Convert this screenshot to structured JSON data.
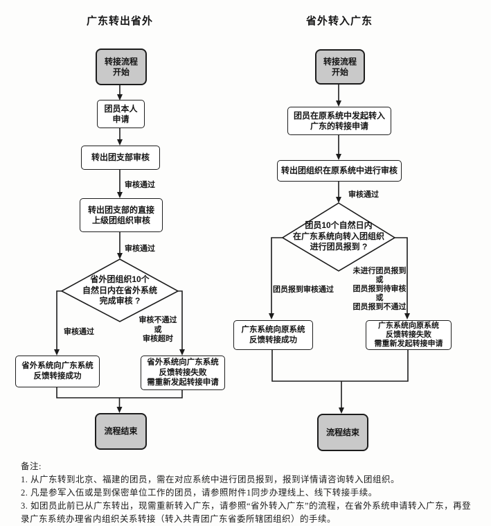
{
  "colors": {
    "line": "#1c1c1c",
    "box_border": "#1c1c1c",
    "box_fill": "#ffffff",
    "terminal_fill": "#c9c9c9",
    "text": "#141414",
    "background": "#fdfdfc"
  },
  "left_flow": {
    "title": "广东转出省外",
    "start": "转接流程\n开始",
    "step_member_apply": "团员本人\n申请",
    "step_branch_review": "转出团支部审核",
    "label_review_pass_1": "审核通过",
    "step_upper_review": "转出团支部的直接\n上级团组织审核",
    "label_review_pass_2": "审核通过",
    "decision": "省外团组织10个\n自然日内在省外系统\n完成审核 ?",
    "label_branch_pass": "审核通过",
    "label_branch_fail": "审核不通过\n或\n审核超时",
    "box_success": "省外系统向广东系统\n反馈转接成功",
    "box_fail": "省外系统向广东系统\n反馈转接失败\n需重新发起转接申请",
    "end": "流程结束"
  },
  "right_flow": {
    "title": "省外转入广东",
    "start": "转接流程\n开始",
    "step_initiate": "团员在原系统中发起转入\n广东的转接申请",
    "step_origin_review": "转出团组织在原系统中进行审核",
    "label_review_pass": "审核通过",
    "decision": "团员10个自然日内\n在广东系统向转入团组织\n进行团员报到 ?",
    "label_branch_pass": "团员报到审核通过",
    "label_branch_fail": "未进行团员报到\n或\n团员报到待审核\n或\n团员报到不通过",
    "box_success": "广东系统向原系统\n反馈转接成功",
    "box_fail": "广东系统向原系统\n反馈转接失败\n需重新发起转接申请",
    "end": "流程结束"
  },
  "notes": {
    "title": "备注:",
    "items": [
      "1. 从广东转到北京、福建的团员，需在对应系统中进行团员报到，报到详情请咨询转入团组织。",
      "2. 凡是参军入伍或是到保密单位工作的团员，请参照附件1同步办理线上、线下转接手续。",
      "3. 如团员此前已从广东转出，现需重新转入广东，请参照“省外转入广东”的流程，在省外系统申请转入广东，再登\n录广东系统办理省内组织关系转接（转入共青团广东省委所辖团组织）的手续。"
    ]
  }
}
